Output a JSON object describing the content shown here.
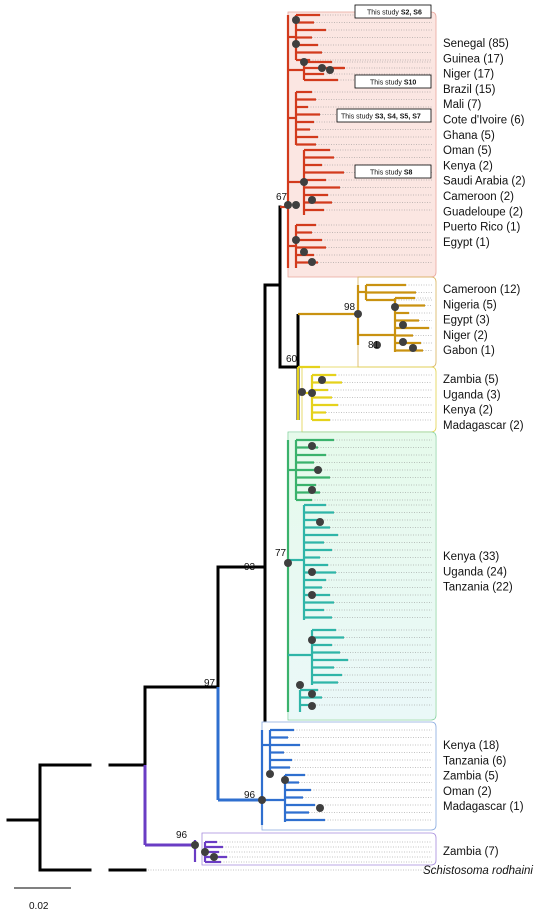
{
  "clades": [
    {
      "id": "red",
      "color": "#d23a1c",
      "fill": "#f9e3df",
      "labels": [
        "Senegal (85)",
        "Guinea (17)",
        "Niger (17)",
        "Brazil (15)",
        "Mali (7)",
        "Cote d'Ivoire (6)",
        "Ghana (5)",
        "Oman (5)",
        "Kenya (2)",
        "Saudi Arabia (2)",
        "Cameroon (2)",
        "Guadeloupe (2)",
        "Puerto Rico (1)",
        "Egypt (1)"
      ]
    },
    {
      "id": "orange",
      "color": "#c99211",
      "fill": "#fbf1d6",
      "labels": [
        "Cameroon (12)",
        "Nigeria (5)",
        "Egypt (3)",
        "Niger (2)",
        "Gabon (1)"
      ]
    },
    {
      "id": "yellow",
      "color": "#e5d21c",
      "fill": "#fbf8da",
      "labels": [
        "Zambia (5)",
        "Uganda (3)",
        "Kenya (2)",
        "Madagascar (2)"
      ]
    },
    {
      "id": "green",
      "color": "#3ab26c",
      "fill": "#e0f4ea",
      "labels": [
        "Kenya (33)",
        "Uganda (24)",
        "Tanzania (22)"
      ]
    },
    {
      "id": "blue",
      "color": "#2f6fcf",
      "fill": "#e1ebf8",
      "labels": [
        "Kenya (18)",
        "Tanzania (6)",
        "Zambia (5)",
        "Oman (2)",
        "Madagascar (1)"
      ]
    },
    {
      "id": "purple",
      "color": "#6a3cc4",
      "fill": "#ebe3f6",
      "labels": [
        "Zambia (7)"
      ]
    }
  ],
  "outgroup_label": "Schistosoma rodhaini",
  "study_boxes": [
    {
      "prefix": "This study ",
      "strong": "S2, S6"
    },
    {
      "prefix": "This study ",
      "strong": "S10"
    },
    {
      "prefix": "This study ",
      "strong": "S3, S4, S5, S7"
    },
    {
      "prefix": "This study ",
      "strong": "S8"
    }
  ],
  "bootstrap": [
    "67",
    "98",
    "81",
    "60",
    "77",
    "93",
    "97",
    "96",
    "96"
  ],
  "scale_bar": {
    "label": "0.02"
  }
}
